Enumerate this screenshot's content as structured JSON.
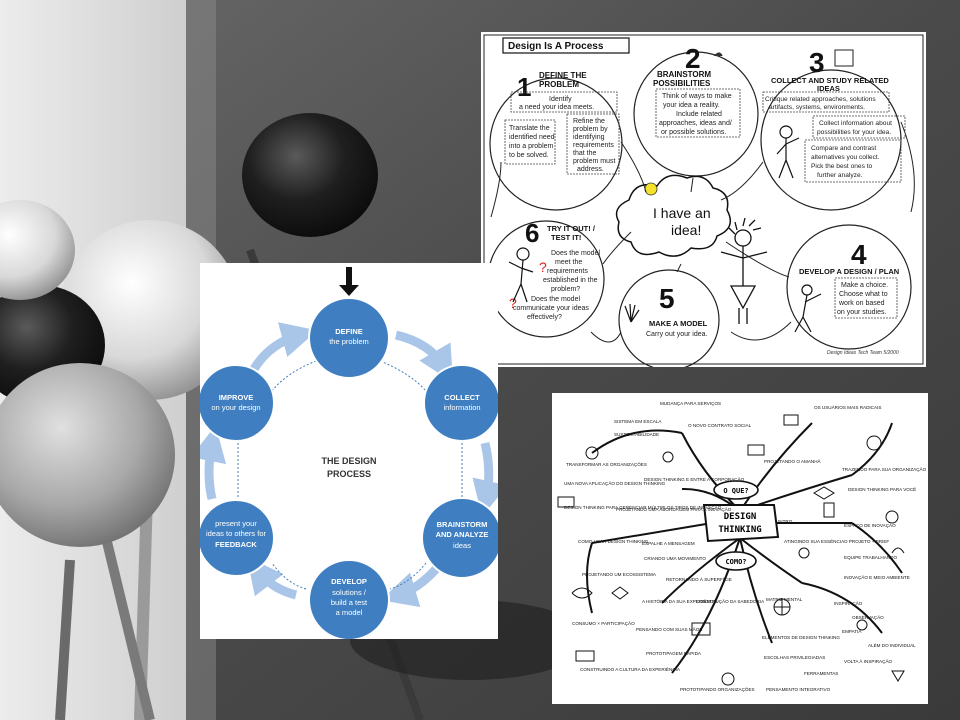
{
  "background": {
    "colors": {
      "left_light": "#e6e6e6",
      "right_dark": "#4d4d4d",
      "pin_white": "#f2f2f2",
      "pin_black": "#1a1a1a"
    }
  },
  "design_is_a_process": {
    "title": "Design Is A Process",
    "center": "I have an idea!",
    "credit": "Design Ideas Tech Team 5/2000",
    "steps": [
      {
        "num": "1",
        "title_line1": "DEFINE THE",
        "title_line2": "PROBLEM",
        "notes": [
          "Identify",
          "a need your idea meets."
        ],
        "box_a": [
          "Translate the",
          "identified need",
          "into a problem",
          "to be solved."
        ],
        "box_b": [
          "Refine the",
          "problem by",
          "identifying",
          "requirements",
          "that the",
          "problem must",
          "address."
        ]
      },
      {
        "num": "2",
        "title_line1": "BRAINSTORM",
        "title_line2": "POSSIBILITIES",
        "notes": [
          "Think of ways to make",
          "your idea a reality.",
          "Include related",
          "approaches, ideas and/",
          "or possible solutions."
        ]
      },
      {
        "num": "3",
        "title_line1": "COLLECT AND STUDY RELATED",
        "title_line2": "IDEAS",
        "notes": [
          "Critique related approaches, solutions",
          "artifacts, systems, environments."
        ],
        "box_a": [
          "Collect information about",
          "possibilities for your idea."
        ],
        "box_b": [
          "Compare and contrast",
          "alternatives you collect.",
          "Pick the best ones to",
          "further analyze."
        ]
      },
      {
        "num": "4",
        "title_line1": "DEVELOP A DESIGN / PLAN",
        "notes": [
          "Make a choice.",
          "Choose what to",
          "work on based",
          "on your studies."
        ]
      },
      {
        "num": "5",
        "title_line1": "MAKE A MODEL",
        "notes": [
          "Carry out your idea."
        ]
      },
      {
        "num": "6",
        "title_line1": "TRY IT OUT! /",
        "title_line2": "TEST IT!",
        "notes": [
          "Does the model",
          "meet the",
          "requirements",
          "established in the",
          "problem?"
        ],
        "box_a": [
          "Does the model",
          "communicate your ideas",
          "effectively?"
        ]
      }
    ]
  },
  "the_design_process": {
    "center_title": [
      "THE DESIGN",
      "PROCESS"
    ],
    "accent_color": "#3f7fc1",
    "arrow_color": "#a9c6e8",
    "nodes": [
      {
        "bold": "DEFINE",
        "lines": [
          "the problem"
        ]
      },
      {
        "bold": "COLLECT",
        "lines": [
          "information"
        ]
      },
      {
        "bold": "BRAINSTORM",
        "bold2": "AND ANALYZE",
        "lines": [
          "ideas"
        ]
      },
      {
        "bold": "DEVELOP",
        "lines": [
          "solutions /",
          "build a test",
          "a model"
        ]
      },
      {
        "pre": [
          "present your",
          "ideas to others for"
        ],
        "bold": "FEEDBACK",
        "lines": []
      },
      {
        "bold": "IMPROVE",
        "lines": [
          "on your design"
        ]
      }
    ]
  },
  "design_thinking_map": {
    "center": [
      "DESIGN",
      "THINKING"
    ],
    "hub_left": "O QUE?",
    "hub_down": "COMO?",
    "labels": [
      "MUDANÇA PARA SERVIÇOS",
      "SISTEMA EM ESCALA",
      "SUSTENTABILIDADE",
      "O NOVO CONTRATO SOCIAL",
      "OS USUÁRIOS MAIS RADICAIS",
      "TRANSFORMAR AS ORGANIZAÇÕES",
      "UMA NOVA APLICAÇÃO DO DESIGN THINKING",
      "DESIGN THINKING E ENTRE A CORPORAÇÃO",
      "PROJETANDO O AMANHÃ",
      "TRAZENDO PARA SUA ORGANIZAÇÃO",
      "DESIGN THINKING PARA VOCÊ",
      "INTRO",
      "ESPAÇO DE INOVAÇÃO",
      "O PROJETO + BRIEF",
      "EQUIPE TRABALHANDO",
      "INOVAÇÃO E MEIO AMBIENTE",
      "ATINGINDO SUA ESSÊNCIA",
      "DESIGN THINKING PARA GERENCIAR MÚLTIPLOS TIPOS DE INOVAÇÃO",
      "PROJETANDO UMA ABORDAGEM PARA A INOVAÇÃO",
      "COMO USAR DESIGN THINKING",
      "ESPALHE A MENSAGEM",
      "CRIANDO UMA MOVIMENTO",
      "PROJETANDO UM ECOSSISTEMA",
      "RETORNANDO À SUPERFÍCIE",
      "A HISTÓRIA DA SUA EXPERIÊNCIA",
      "CONSTRUÇÃO DA SABEDORIA",
      "MATRIZ MENTAL",
      "INSPIRAÇÃO",
      "OBSERVAÇÃO",
      "EMPATIA",
      "ALÉM DO INDIVIDUAL",
      "VOLTA À INSPIRAÇÃO",
      "CONSUMO × PARTICIPAÇÃO",
      "PENSANDO COM SUAS MÃOS",
      "ELEMENTOS DE DESIGN THINKING",
      "PROTOTIPAGEM RÁPIDA",
      "CONSTRUINDO A CULTURA DA EXPERIÊNCIA",
      "PROTOTIPANDO ORGANIZAÇÕES",
      "PENSAMENTO INTEGRATIVO",
      "FERRAMENTAS",
      "ESCOLHAS PRIVILEGIADAS"
    ]
  }
}
